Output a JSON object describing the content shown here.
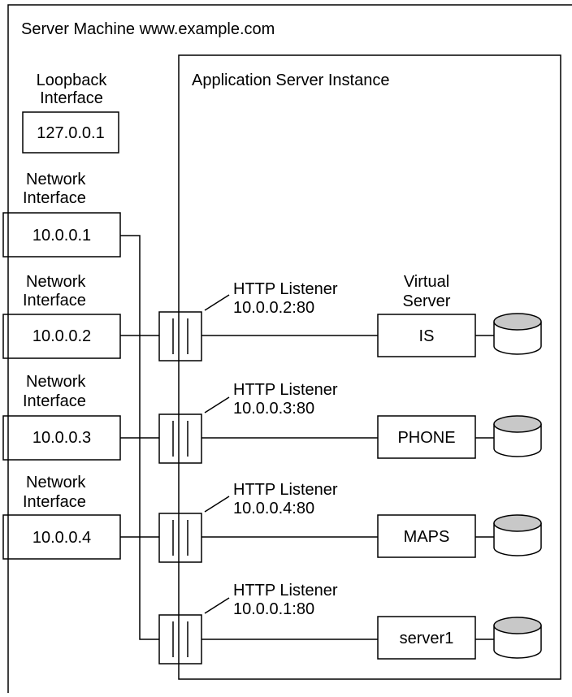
{
  "machine": {
    "title": "Server Machine www.example.com"
  },
  "app_server": {
    "title": "Application Server Instance"
  },
  "loopback": {
    "label_line1": "Loopback",
    "label_line2": "Interface",
    "address": "127.0.0.1"
  },
  "network_interfaces": [
    {
      "label_line1": "Network",
      "label_line2": "Interface",
      "address": "10.0.0.1"
    },
    {
      "label_line1": "Network",
      "label_line2": "Interface",
      "address": "10.0.0.2"
    },
    {
      "label_line1": "Network",
      "label_line2": "Interface",
      "address": "10.0.0.3"
    },
    {
      "label_line1": "Network",
      "label_line2": "Interface",
      "address": "10.0.0.4"
    }
  ],
  "listeners": [
    {
      "label_line1": "HTTP Listener",
      "label_line2": "10.0.0.2:80"
    },
    {
      "label_line1": "HTTP Listener",
      "label_line2": "10.0.0.3:80"
    },
    {
      "label_line1": "HTTP Listener",
      "label_line2": "10.0.0.4:80"
    },
    {
      "label_line1": "HTTP Listener",
      "label_line2": "10.0.0.1:80"
    }
  ],
  "virtual_server_header": {
    "line1": "Virtual",
    "line2": "Server"
  },
  "virtual_servers": [
    {
      "name": "IS"
    },
    {
      "name": "PHONE"
    },
    {
      "name": "MAPS"
    },
    {
      "name": "server1"
    }
  ],
  "colors": {
    "line": "#000000",
    "database_top": "#c8c8c8",
    "background": "#ffffff"
  }
}
